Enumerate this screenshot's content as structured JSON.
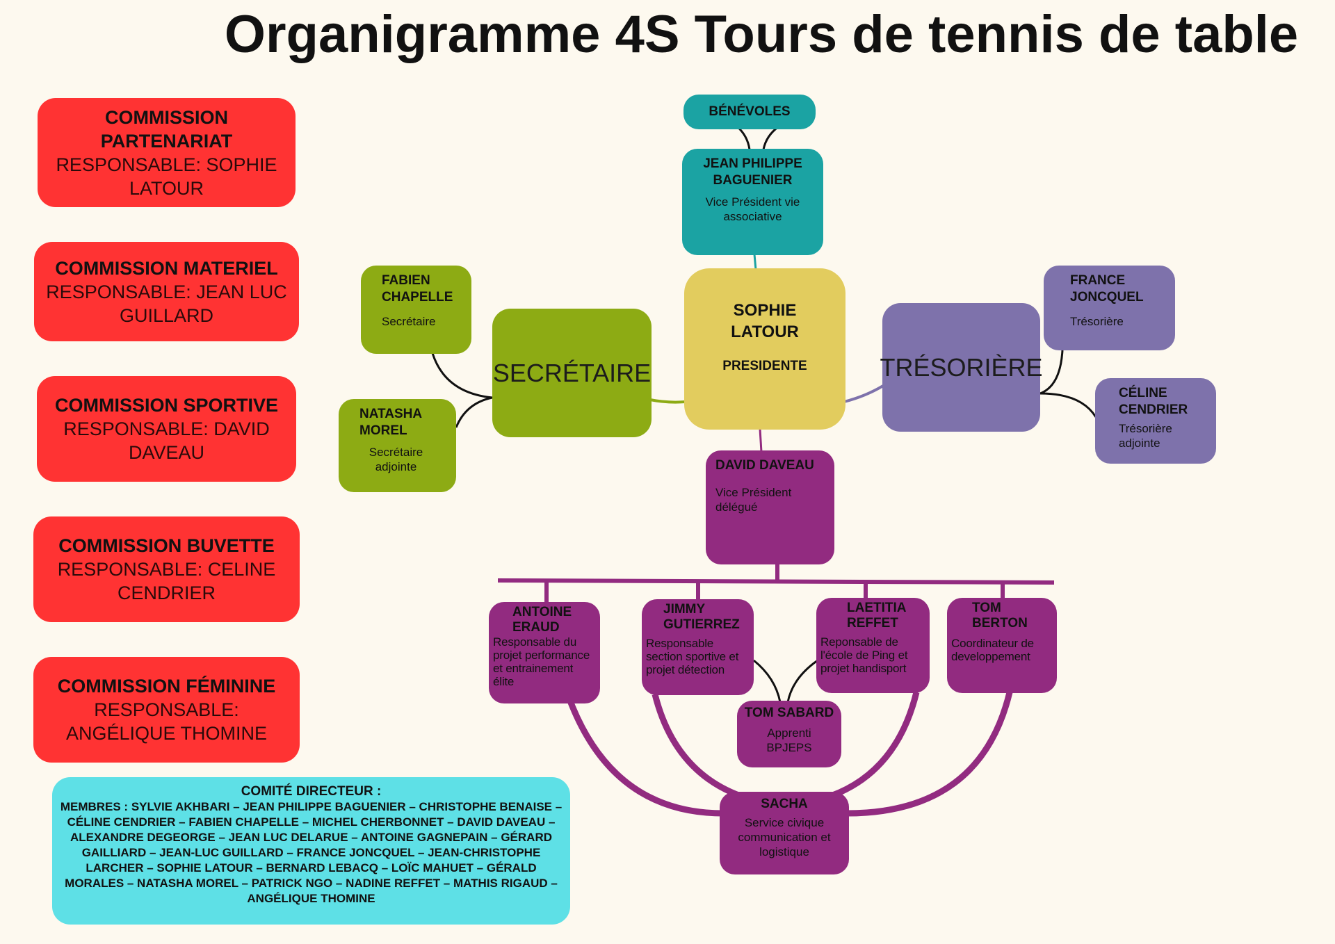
{
  "title": "Organigramme 4S Tours de tennis de table",
  "commissions": [
    {
      "name": "COMMISSION PARTENARIAT",
      "responsable": "RESPONSABLE: SOPHIE LATOUR"
    },
    {
      "name": "COMMISSION MATERIEL",
      "responsable": "RESPONSABLE: JEAN LUC GUILLARD"
    },
    {
      "name": "COMMISSION SPORTIVE",
      "responsable": "RESPONSABLE: DAVID DAVEAU"
    },
    {
      "name": "COMMISSION BUVETTE",
      "responsable": "RESPONSABLE: CELINE CENDRIER"
    },
    {
      "name": "COMMISSION FÉMININE",
      "responsable": "RESPONSABLE: ANGÉLIQUE THOMINE"
    }
  ],
  "comite": {
    "title": "COMITÉ DIRECTEUR :",
    "members": "MEMBRES : SYLVIE AKHBARI – JEAN PHILIPPE BAGUENIER – CHRISTOPHE BENAISE – CÉLINE CENDRIER – FABIEN CHAPELLE – MICHEL CHERBONNET – DAVID DAVEAU – ALEXANDRE DEGEORGE – JEAN LUC DELARUE – ANTOINE GAGNEPAIN – GÉRARD GAILLIARD – JEAN-LUC GUILLARD – FRANCE JONCQUEL – JEAN-CHRISTOPHE LARCHER – SOPHIE LATOUR – BERNARD LEBACQ – LOÏC MAHUET – GÉRALD MORALES – NATASHA MOREL – PATRICK NGO – NADINE REFFET – MATHIS RIGAUD – ANGÉLIQUE THOMINE"
  },
  "nodes": {
    "benevoles": {
      "name": "BÉNÉVOLES"
    },
    "baguenier": {
      "name": "JEAN PHILIPPE BAGUENIER",
      "role": "Vice Président vie associative"
    },
    "latour": {
      "name": "SOPHIE LATOUR",
      "role": "PRESIDENTE"
    },
    "secretaire": {
      "name": "SECRÉTAIRE"
    },
    "chapelle": {
      "name": "FABIEN CHAPELLE",
      "role": "Secrétaire"
    },
    "morel": {
      "name": "NATASHA MOREL",
      "role": "Secrétaire adjointe"
    },
    "tresoriere": {
      "name": "TRÉSORIÈRE"
    },
    "joncquel": {
      "name": "FRANCE JONCQUEL",
      "role": "Trésorière"
    },
    "cendrier": {
      "name": "CÉLINE CENDRIER",
      "role": "Trésorière adjointe"
    },
    "daveau": {
      "name": "DAVID DAVEAU",
      "role": "Vice Président délégué"
    },
    "eraud": {
      "name": "ANTOINE ERAUD",
      "role": "Responsable du projet performance et entrainement élite"
    },
    "gutierrez": {
      "name": "JIMMY GUTIERREZ",
      "role": "Responsable section sportive et projet détection"
    },
    "reffet": {
      "name": "LAETITIA REFFET",
      "role": "Reponsable de l'école de Ping et projet handisport"
    },
    "berton": {
      "name": "TOM BERTON",
      "role": "Coordinateur de developpement"
    },
    "sabard": {
      "name": "TOM SABARD",
      "role": "Apprenti BPJEPS"
    },
    "sacha": {
      "name": "SACHA",
      "role": "Service civique communication et logistique"
    }
  },
  "colors": {
    "commission": "#ff3333",
    "teal": "#1ba3a3",
    "green": "#8dab14",
    "violet": "#7e72ab",
    "purple": "#922b80",
    "yellow": "#e2cc5e",
    "comite": "#5ee0e6"
  }
}
